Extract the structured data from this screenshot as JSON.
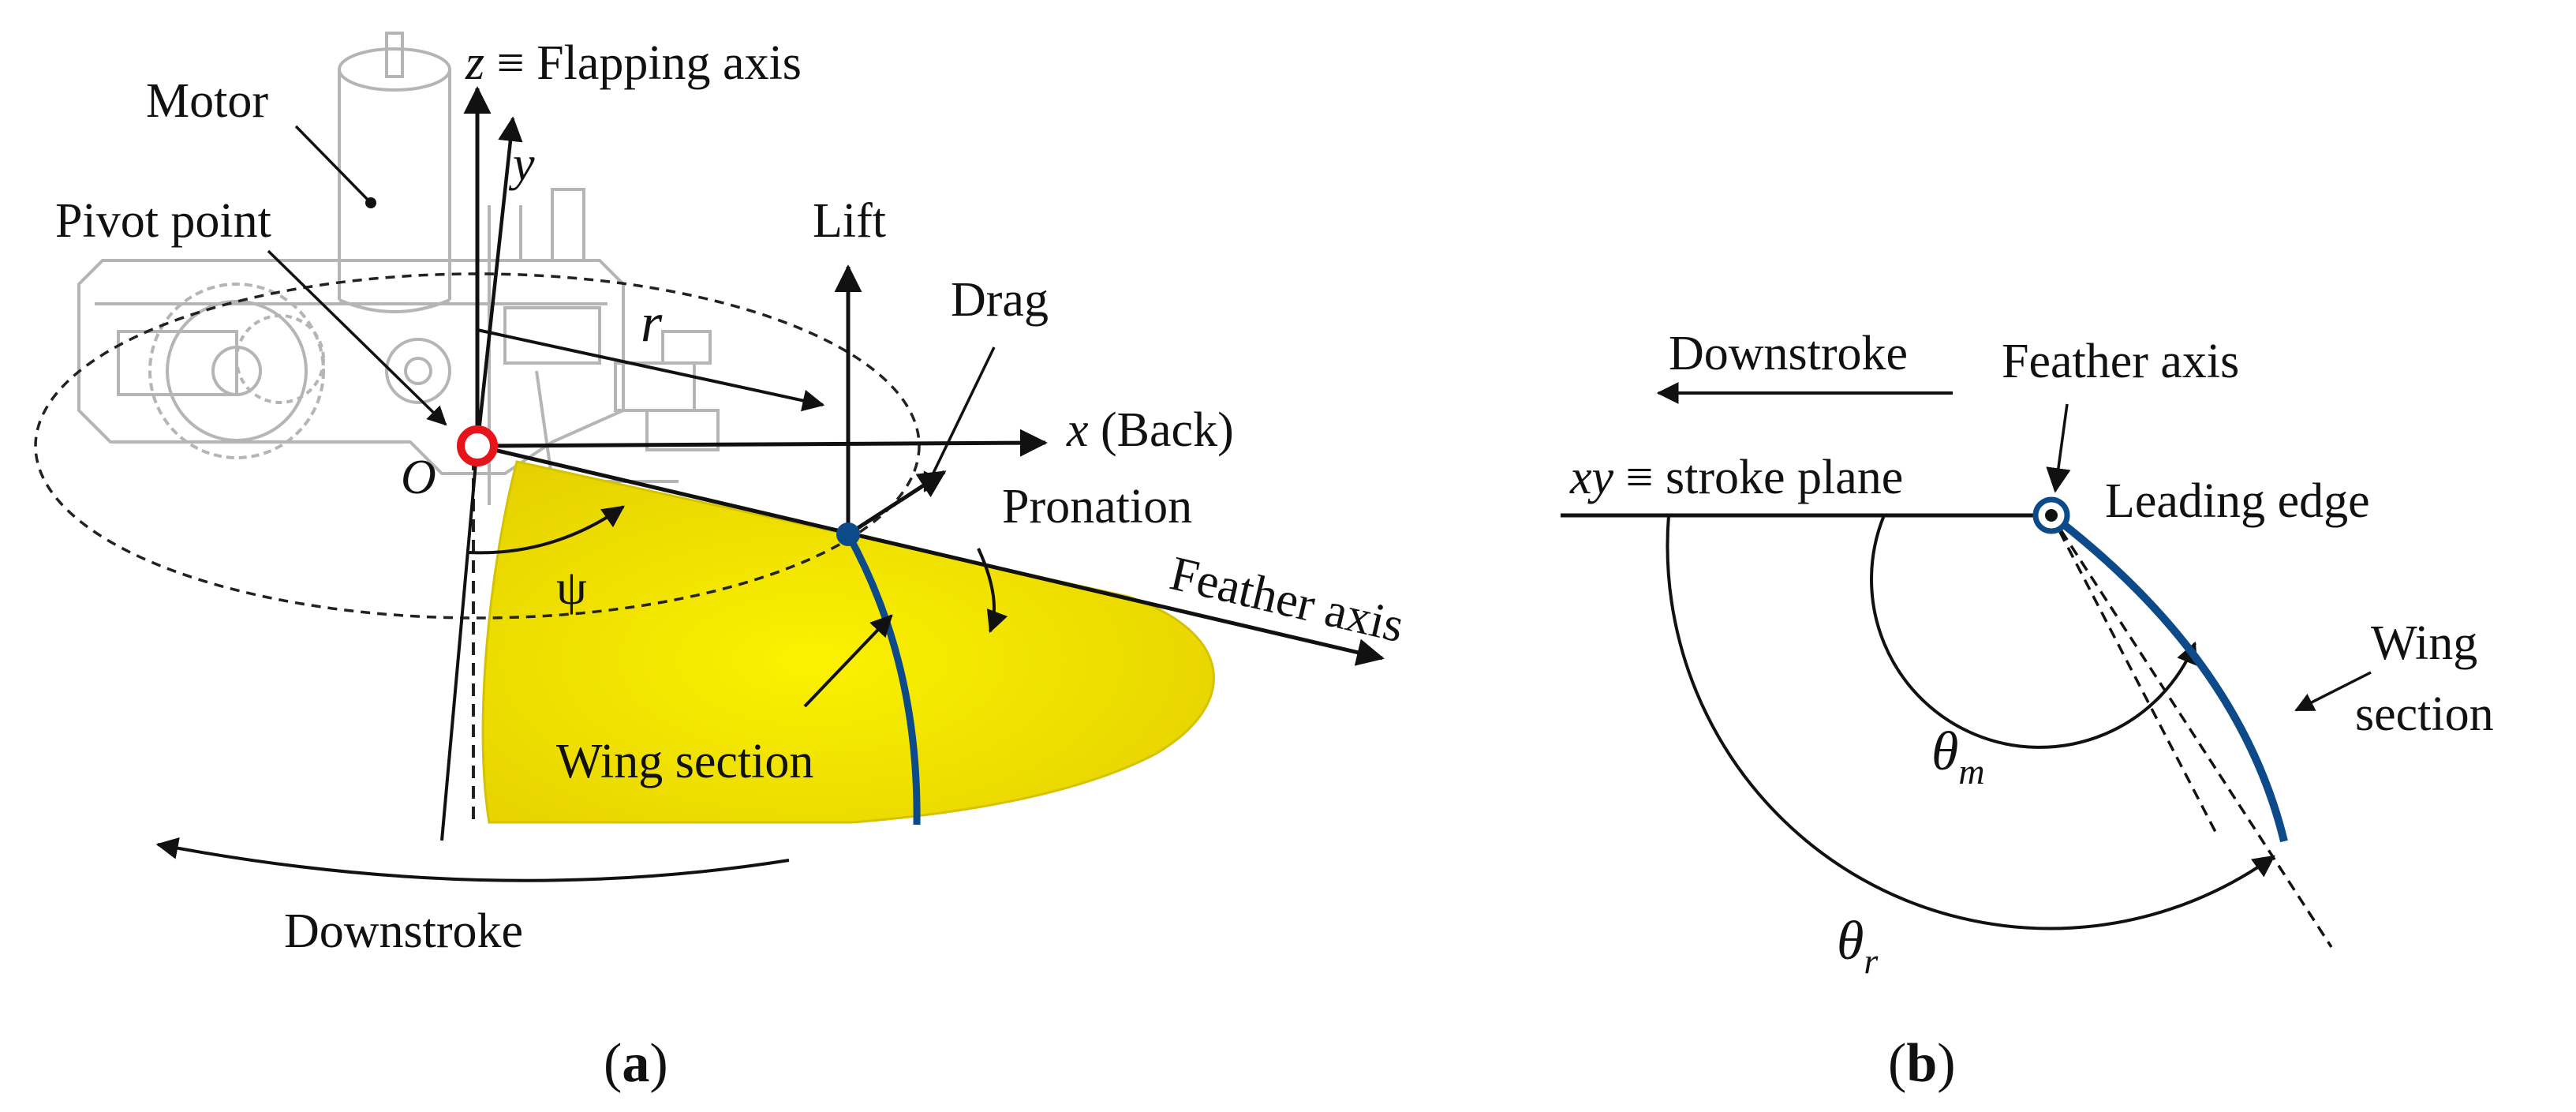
{
  "colors": {
    "wing_fill": "#f2e600",
    "wing_edge": "#d4c300",
    "wing_section": "#0d4a8a",
    "pivot_ring": "#e8141b",
    "mechanism_gray": "#b5b5b5",
    "ink": "#111111"
  },
  "panel_a": {
    "z_axis_var": "z",
    "z_axis_rest": " ≡ Flapping axis",
    "y_axis": "y",
    "motor": "Motor",
    "pivot_point": "Pivot point",
    "lift": "Lift",
    "drag": "Drag",
    "r": "r",
    "x_axis_var": "x",
    "x_axis_rest": " (Back)",
    "origin": "O",
    "pronation": "Pronation",
    "psi": "ψ",
    "feather_axis": "Feather axis",
    "wing_section": "Wing section",
    "downstroke": "Downstroke",
    "caption_open": "(",
    "caption_letter": "a",
    "caption_close": ")"
  },
  "panel_b": {
    "downstroke": "Downstroke",
    "feather_axis": "Feather axis",
    "stroke_plane_var": "xy",
    "stroke_plane_rest": " ≡ stroke plane",
    "leading_edge": "Leading edge",
    "wing": "Wing",
    "section": "section",
    "theta": "θ",
    "theta_m_sub": "m",
    "theta_r_sub": "r",
    "caption_open": "(",
    "caption_letter": "b",
    "caption_close": ")"
  }
}
